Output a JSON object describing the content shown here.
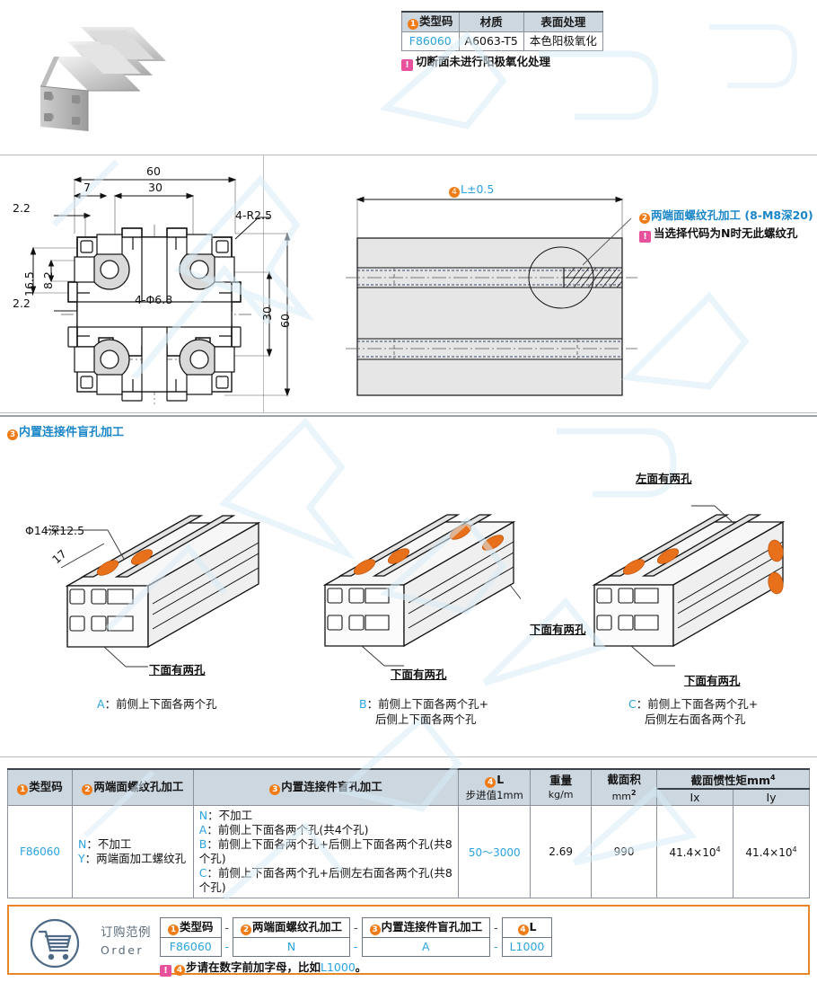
{
  "material_table": {
    "headers": [
      "类型码",
      "材质",
      "表面处理"
    ],
    "header_badge": "1",
    "row": [
      "F86060",
      "A6063-T5",
      "本色阳极氧化"
    ],
    "note": "切断面未进行阳极氧化处理"
  },
  "cross_section": {
    "dims": {
      "width_total": "60",
      "inner_30": "30",
      "d7": "7",
      "t22_top": "2.2",
      "t22_bottom": "2.2",
      "h165": "16.5",
      "h82": "8.2",
      "corner_radius": "4-R2.5",
      "holes": "4-Φ6.8",
      "height_30": "30",
      "height_60": "60"
    }
  },
  "side_view": {
    "length_label": "L±0.5",
    "length_badge": "4",
    "thread_note": "两端面螺纹孔加工 (8-M8深20)",
    "thread_badge": "2",
    "thread_warn": "当选择代码为N时无此螺纹孔",
    "warn_code": "N"
  },
  "blind_hole_section": {
    "badge": "3",
    "title": "内置连接件盲孔加工",
    "dim_hole": "Φ14深12.5",
    "dim_17": "17",
    "views": [
      {
        "code": "A",
        "caption": "前侧上下面各两个孔",
        "callouts": [
          "下面有两孔"
        ]
      },
      {
        "code": "B",
        "caption_line1": "前侧上下面各两个孔+",
        "caption_line2": "后侧上下面各两个孔",
        "callouts": [
          "下面有两孔",
          "下面有两孔"
        ]
      },
      {
        "code": "C",
        "caption_line1": "前侧上下面各两个孔+",
        "caption_line2": "后侧左右面各两个孔",
        "callouts": [
          "左面有两孔",
          "下面有两孔"
        ]
      }
    ]
  },
  "spec_table": {
    "headers": {
      "type_code": "类型码",
      "type_code_badge": "1",
      "thread": "两端面螺纹孔加工",
      "thread_badge": "2",
      "blind": "内置连接件盲孔加工",
      "blind_badge": "3",
      "length": "L",
      "length_badge": "4",
      "length_sub": "步进值1mm",
      "weight": "重量",
      "weight_unit": "kg/m",
      "area": "截面积",
      "area_unit": "mm",
      "area_unit_sup": "2",
      "inertia": "截面惯性矩mm",
      "inertia_sup": "4",
      "ix": "Ix",
      "iy": "Iy"
    },
    "row": {
      "type_code": "F86060",
      "thread_options": [
        {
          "key": "N",
          "text": "不加工"
        },
        {
          "key": "Y",
          "text": "两端面加工螺纹孔"
        }
      ],
      "blind_options": [
        {
          "key": "N",
          "text": "不加工"
        },
        {
          "key": "A",
          "text": "前侧上下面各两个孔(共4个孔)"
        },
        {
          "key": "B",
          "text": "前侧上下面各两个孔+后侧上下面各两个孔(共8个孔)"
        },
        {
          "key": "C",
          "text": "前侧上下面各两个孔+后侧左右面各两个孔(共8个孔)"
        }
      ],
      "length": "50～3000",
      "weight": "2.69",
      "area": "990",
      "ix": "41.4×10",
      "ix_sup": "4",
      "iy": "41.4×10",
      "iy_sup": "4"
    }
  },
  "order": {
    "label_cn": "订购范例",
    "label_en": "Order",
    "headers": [
      {
        "badge": "1",
        "text": "类型码"
      },
      {
        "badge": "2",
        "text": "两端面螺纹孔加工"
      },
      {
        "badge": "3",
        "text": "内置连接件盲孔加工"
      },
      {
        "badge": "4",
        "text": "L"
      }
    ],
    "separator": "-",
    "values": [
      "F86060",
      "N",
      "A",
      "L1000"
    ],
    "note_badge": "4",
    "note_text": "步请在数字前加字母，比如",
    "note_code": "L1000",
    "note_end": "。"
  },
  "colors": {
    "badge_orange": "#f07c17",
    "warn_pink": "#e8519b",
    "link_blue": "#2aa3e0",
    "anno_blue": "#1a86c8",
    "table_header": "#ccd7e0",
    "order_border": "#e8872a",
    "hole_orange": "#e8701a"
  }
}
